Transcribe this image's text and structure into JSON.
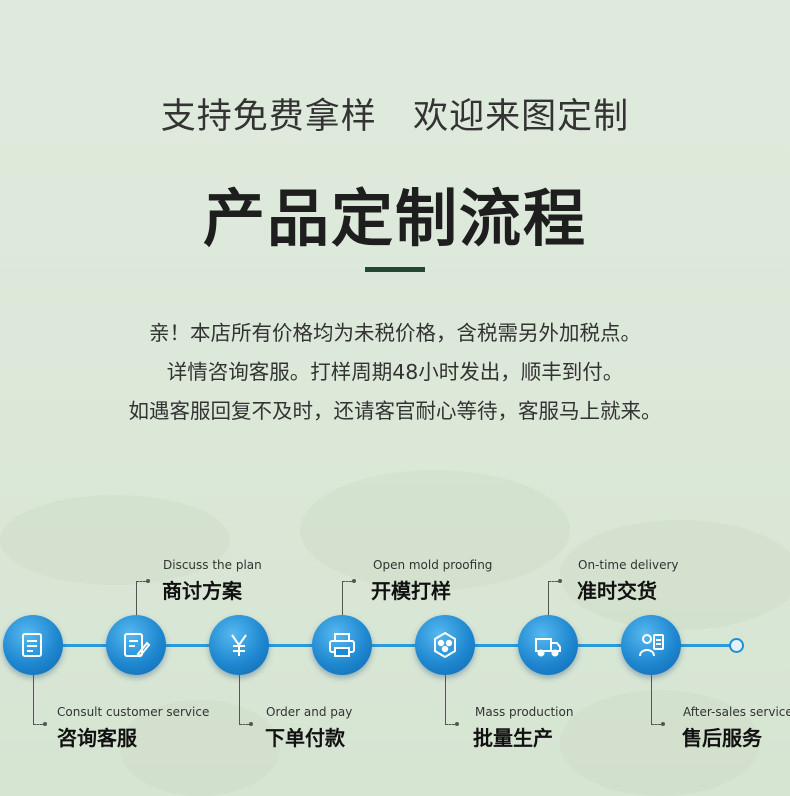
{
  "header": {
    "headline": "支持免费拿样   欢迎来图定制",
    "title": "产品定制流程"
  },
  "notice": {
    "lines": [
      "亲！本店所有价格均为未税价格，含税需另外加税点。",
      "详情咨询客服。打样周期48小时发出，顺丰到付。",
      "如遇客服回复不及时，还请客官耐心等待，客服马上就来。"
    ]
  },
  "colors": {
    "accent": "#1d4a30",
    "node": "#1f88d0",
    "line": "#2a9ad8"
  },
  "process": {
    "steps": [
      {
        "en": "Consult customer service",
        "cn": "咨询客服",
        "icon": "form-icon"
      },
      {
        "en": "Discuss the plan",
        "cn": "商讨方案",
        "icon": "document-pen-icon"
      },
      {
        "en": "Order and pay",
        "cn": "下单付款",
        "icon": "yen-icon"
      },
      {
        "en": "Open mold proofing",
        "cn": "开模打样",
        "icon": "printer-icon"
      },
      {
        "en": "Mass production",
        "cn": "批量生产",
        "icon": "hexagon-factory-icon"
      },
      {
        "en": "On-time delivery",
        "cn": "准时交货",
        "icon": "truck-icon"
      },
      {
        "en": "After-sales service",
        "cn": "售后服务",
        "icon": "service-person-icon"
      }
    ]
  }
}
